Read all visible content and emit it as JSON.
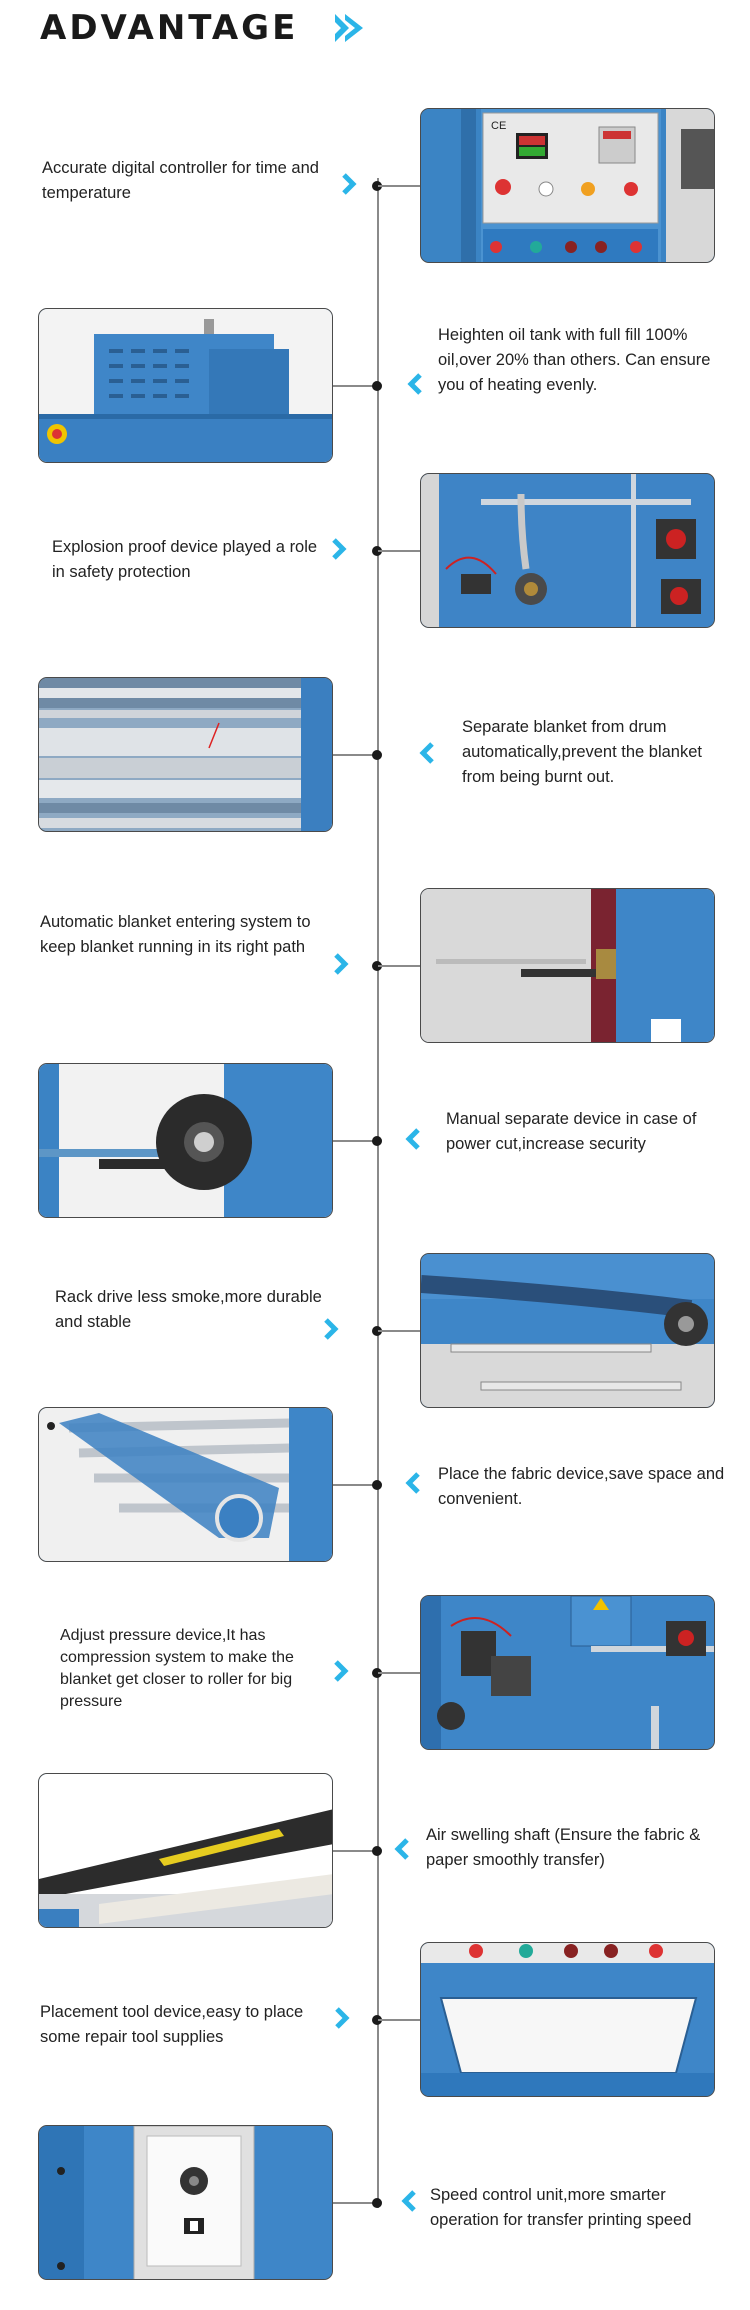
{
  "header": {
    "title": "ADVANTAGE"
  },
  "colors": {
    "accent": "#2bb5e8",
    "machine_blue": "#3b84c4",
    "timeline": "#8a8a8a"
  },
  "features": [
    {
      "text": "Accurate digital controller for time and temperature",
      "photo": "control-panel-photo"
    },
    {
      "text": "Heighten oil tank with full fill 100% oil,over 20% than others. Can ensure you of heating evenly.",
      "photo": "oil-tank-photo"
    },
    {
      "text": "Explosion proof device played a role in safety protection",
      "photo": "explosion-proof-device-photo"
    },
    {
      "text": "Separate blanket from drum automatically,prevent the blanket from being burnt out.",
      "photo": "blanket-separator-photo"
    },
    {
      "text": "Automatic blanket entering system to keep blanket running in its right path",
      "photo": "blanket-entering-system-photo"
    },
    {
      "text": "Manual separate device in case of power cut,increase security",
      "photo": "handwheel-photo"
    },
    {
      "text": "Rack drive less smoke,more durable and stable",
      "photo": "rack-drive-photo"
    },
    {
      "text": "Place the fabric device,save space and convenient.",
      "photo": "fabric-rack-photo"
    },
    {
      "text": "Adjust pressure device,It has compression system to make the blanket get closer to roller for big pressure",
      "photo": "pressure-device-photo"
    },
    {
      "text": "Air swelling shaft (Ensure the fabric & paper smoothly transfer)",
      "photo": "air-shaft-photo"
    },
    {
      "text": "Placement tool device,easy to place some repair tool supplies",
      "photo": "tool-tray-photo"
    },
    {
      "text": "Speed control unit,more smarter operation for transfer printing speed",
      "photo": "speed-control-photo"
    }
  ]
}
